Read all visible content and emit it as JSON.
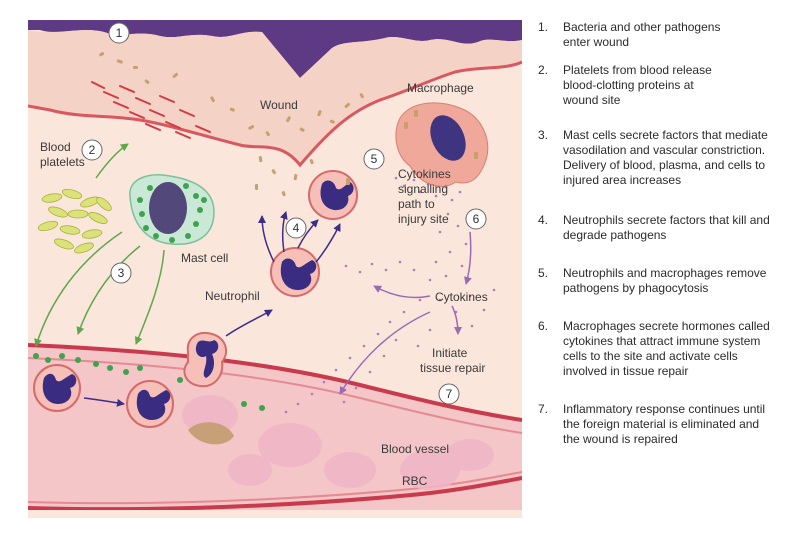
{
  "diagram": {
    "labels": {
      "wound": "Wound",
      "macrophage": "Macrophage",
      "blood_platelets_line1": "Blood",
      "blood_platelets_line2": "platelets",
      "mast_cell": "Mast cell",
      "neutrophil": "Neutrophil",
      "cytokines_path_line1": "Cytokines",
      "cytokines_path_line2": "signalling",
      "cytokines_path_line3": "path to",
      "cytokines_path_line4": "injury site",
      "cytokines": "Cytokines",
      "initiate_line1": "Initiate",
      "initiate_line2": "tissue repair",
      "blood_vessel": "Blood vessel",
      "rbc": "RBC"
    },
    "step_markers": [
      "1",
      "2",
      "3",
      "4",
      "5",
      "6",
      "7"
    ]
  },
  "legend": [
    {
      "num": "1.",
      "lines": [
        "Bacteria and other pathogens",
        "enter wound"
      ]
    },
    {
      "num": "2.",
      "lines": [
        "Platelets from blood release",
        "blood-clotting proteins at",
        "wound site"
      ]
    },
    {
      "num": "3.",
      "lines": [
        "Mast cells secrete factors that mediate",
        "vasodilation and vascular constriction.",
        "Delivery of blood, plasma, and cells to",
        "injured area increases"
      ]
    },
    {
      "num": "4.",
      "lines": [
        "Neutrophils secrete factors that kill and",
        "degrade pathogens"
      ]
    },
    {
      "num": "5.",
      "lines": [
        "Neutrophils and macrophages remove",
        "pathogens by phagocytosis"
      ]
    },
    {
      "num": "6.",
      "lines": [
        "Macrophages secrete hormones called",
        "cytokines that attract immune system",
        "cells to the site and activate cells",
        "involved in tissue repair"
      ]
    },
    {
      "num": "7.",
      "lines": [
        "Inflammatory response continues until",
        "the foreign material is eliminated and",
        "the wound is repaired"
      ]
    }
  ]
}
